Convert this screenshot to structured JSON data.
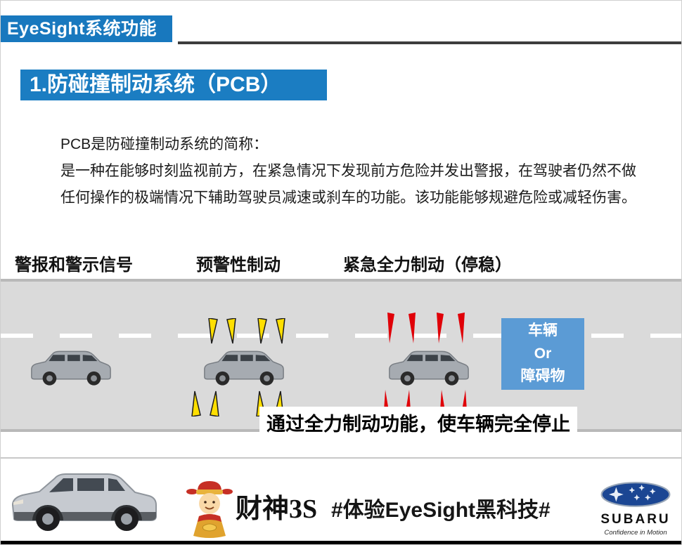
{
  "header": {
    "title": "EyeSight系统功能"
  },
  "section": {
    "title": "1.防碰撞制动系统（PCB）"
  },
  "intro": {
    "line1": "PCB是防碰撞制动系统的简称：",
    "line2": "是一种在能够时刻监视前方，在紧急情况下发现前方危险并发出警报，在驾驶者仍然不做",
    "line3": "任何操作的极端情况下辅助驾驶员减速或刹车的功能。该功能能够规避危险或减轻伤害。"
  },
  "stages": [
    {
      "label": "警报和警示信号"
    },
    {
      "label": "预警性制动"
    },
    {
      "label": "紧急全力制动（停稳）"
    }
  ],
  "obstacle_box": {
    "line1": "车辆",
    "line2": "Or",
    "line3": "障碍物"
  },
  "caption": "通过全力制动功能，使车辆完全停止",
  "footer": {
    "mascot_label": "财神3S",
    "hashtag": "#体验EyeSight黑科技#",
    "subaru": {
      "brand": "SUBARU",
      "tagline": "Confidence in Motion"
    }
  },
  "icons": {
    "car-icon": "gray SUV side silhouette",
    "warning-flash-yellow-icon": "yellow alert wedges",
    "emergency-flash-red-icon": "red emergency brake wedges",
    "mascot-icon": "gold caishen figure",
    "subaru-logo-icon": "blue oval with six stars"
  },
  "colors": {
    "banner_blue": "#1878be",
    "section_blue": "#1b7dc2",
    "obstacle_blue": "#5b9bd5",
    "road_gray": "#dadada",
    "warning_yellow": "#ffdf00",
    "alert_red": "#e00008",
    "bottom_bar_black": "#000000"
  }
}
